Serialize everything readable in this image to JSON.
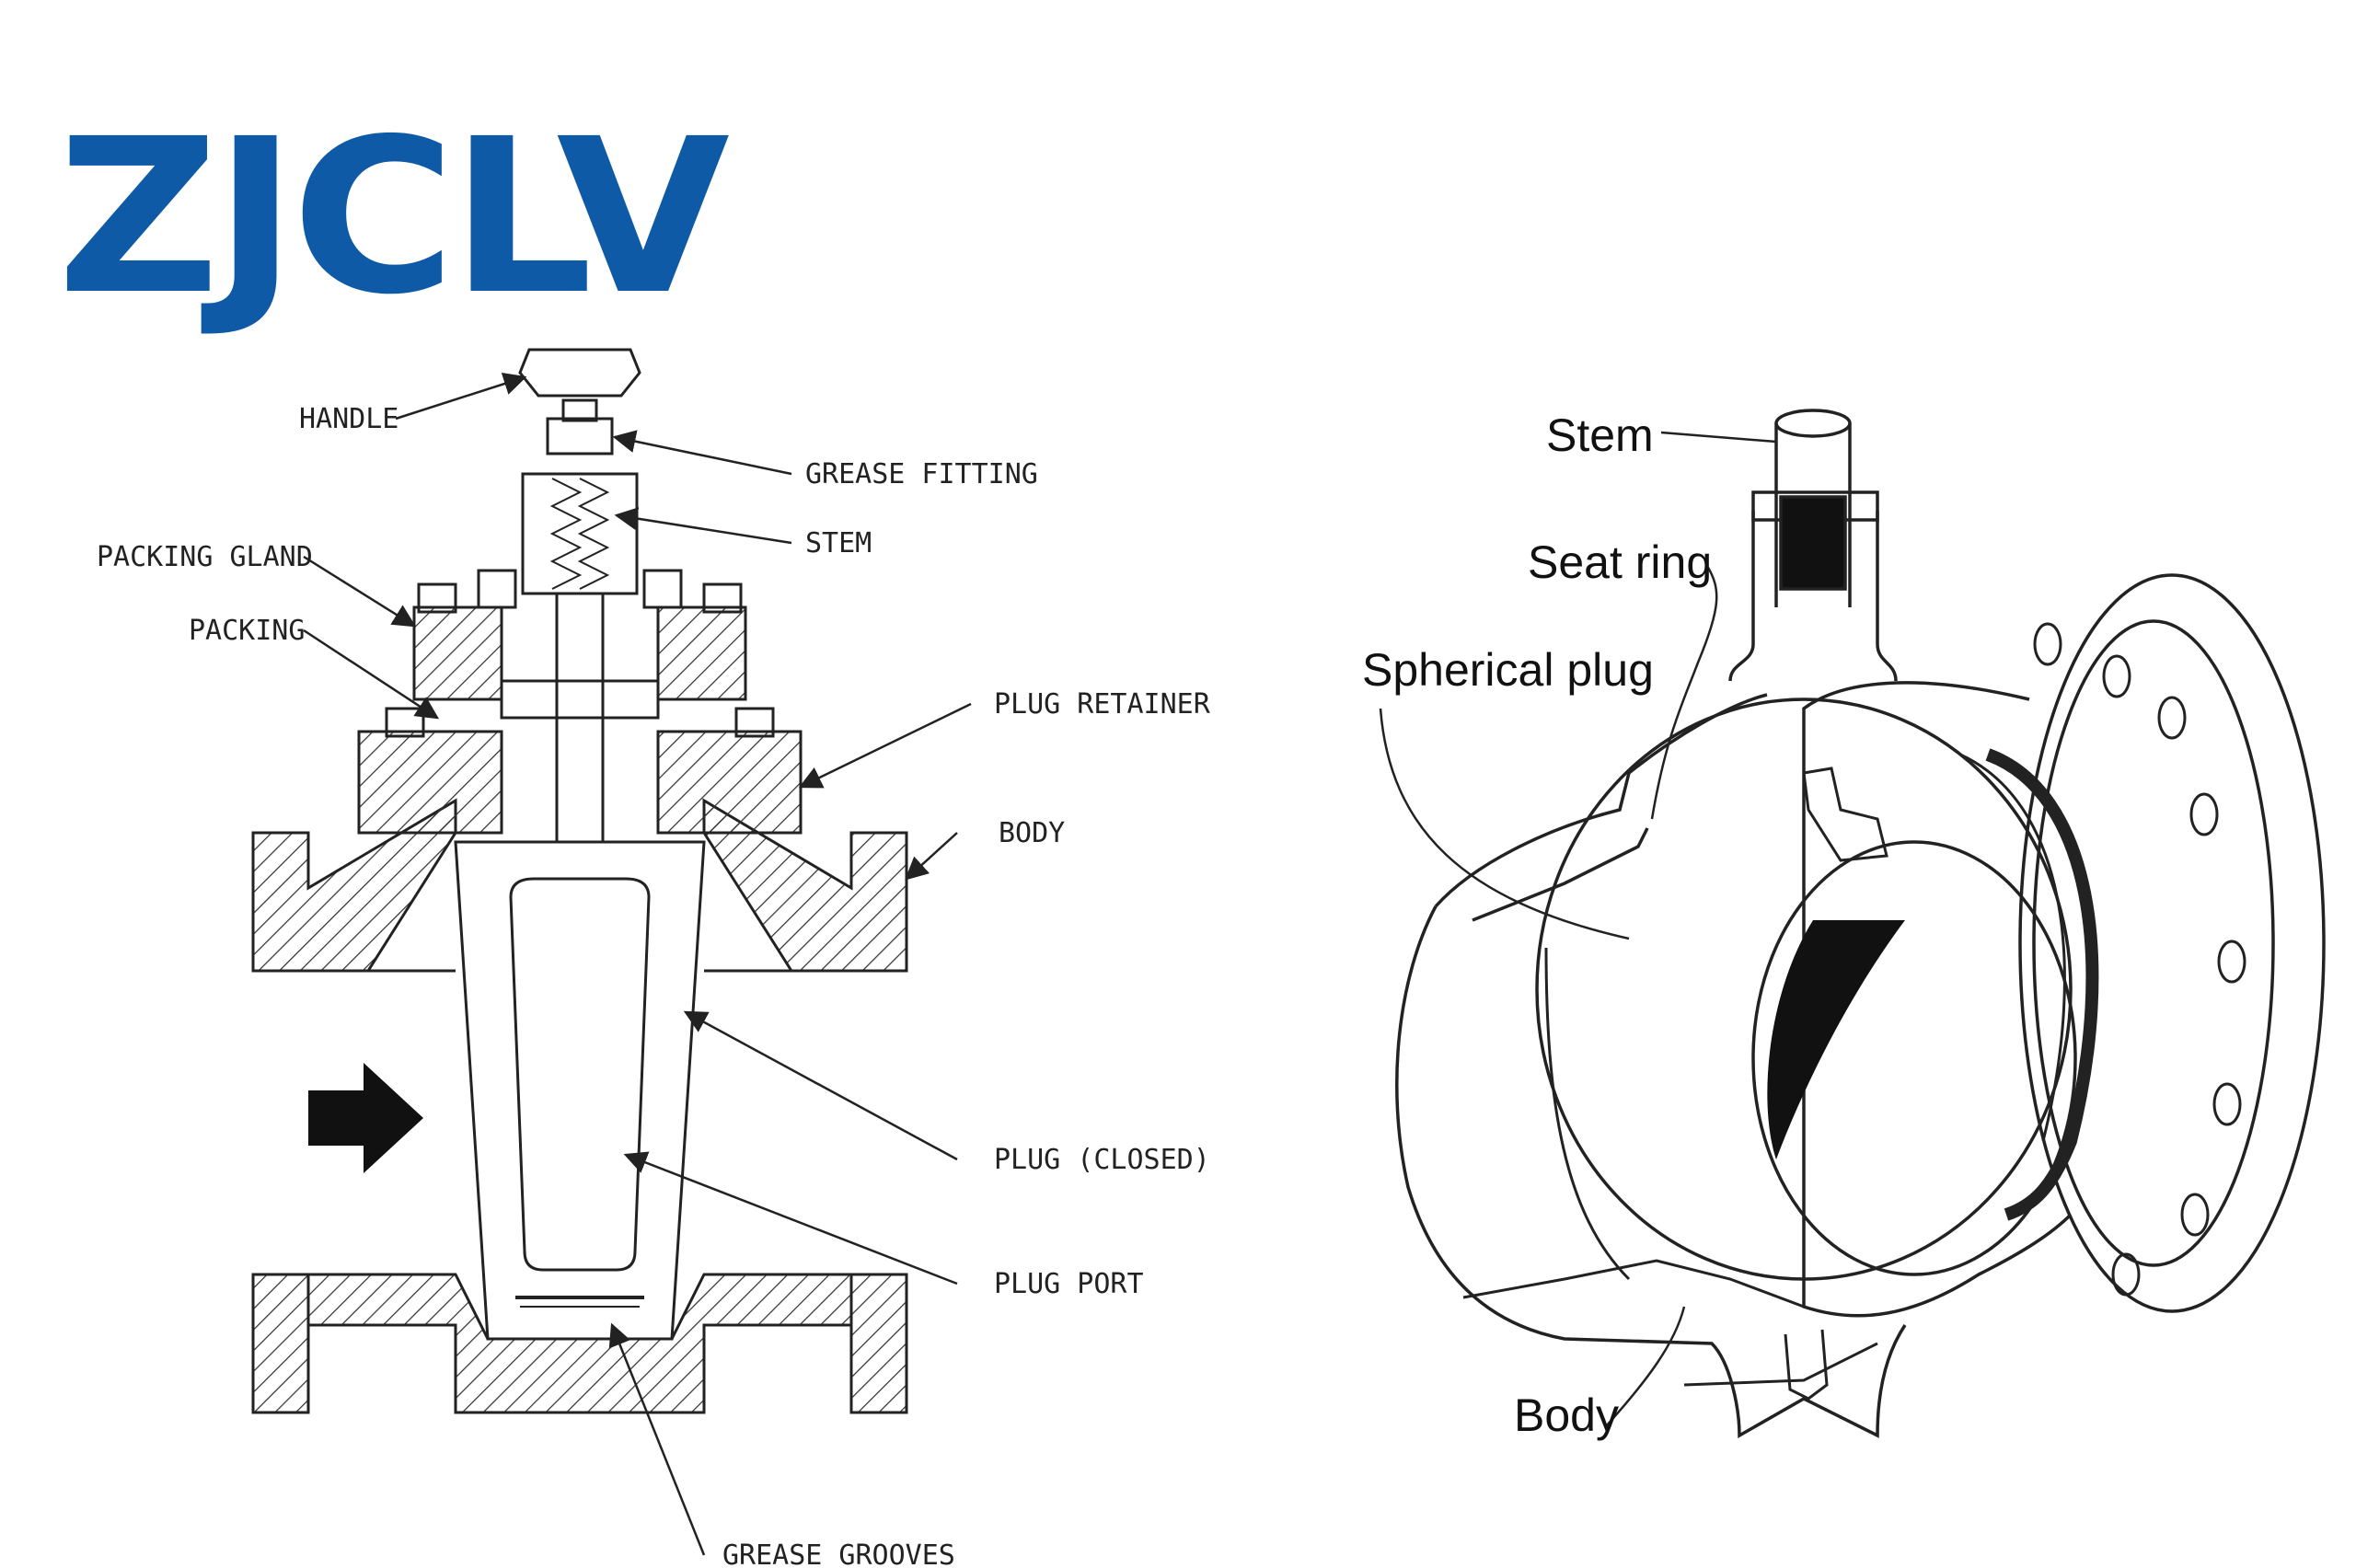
{
  "logo": {
    "text": "ZJCLV",
    "color": "#0e5aa7"
  },
  "plug_valve": {
    "labels": {
      "handle": "HANDLE",
      "grease_fitting": "GREASE FITTING",
      "stem": "STEM",
      "packing_gland": "PACKING GLAND",
      "packing": "PACKING",
      "plug_retainer": "PLUG RETAINER",
      "body": "BODY",
      "plug_closed": "PLUG (CLOSED)",
      "plug_port": "PLUG PORT",
      "grease_grooves": "GREASE GROOVES"
    }
  },
  "ball_valve": {
    "labels": {
      "stem": "Stem",
      "seat_ring": "Seat ring",
      "spherical_plug": "Spherical plug",
      "body": "Body"
    }
  },
  "colors": {
    "line": "#222222",
    "background": "#ffffff"
  }
}
